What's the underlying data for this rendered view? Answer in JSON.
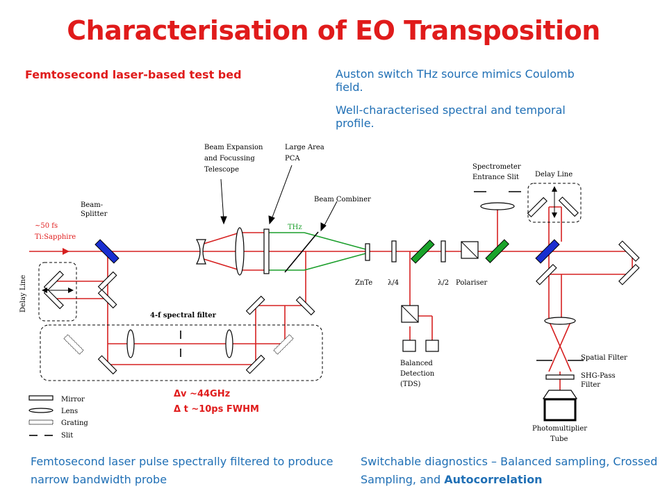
{
  "title": "Characterisation of EO Transposition",
  "subtitle_left": "Femtosecond laser-based test bed",
  "info": {
    "p1": "Auston switch THz source mimics Coulomb field.",
    "p2": "Well-characterised spectral and temporal profile."
  },
  "spec": {
    "line1": "Δv ~44GHz",
    "line2": "Δ t ~10ps FWHM"
  },
  "bottom_left": "Femtosecond laser pulse spectrally filtered to produce narrow bandwidth probe",
  "bottom_right": {
    "pre": "Switchable diagnostics – Balanced sampling, Crossed Sampling, and ",
    "bold": "Autocorrelation"
  },
  "diagram": {
    "laser_line1": "~50 fs",
    "laser_line2": "Ti:Sapphire",
    "beam_splitter_1": "Beam-",
    "beam_splitter_2": "Splitter",
    "delay_line_left": "Delay Line",
    "telescope_1": "Beam Expansion",
    "telescope_2": "and Focussing",
    "telescope_3": "Telescope",
    "pca_1": "Large Area",
    "pca_2": "PCA",
    "thz": "THz",
    "beam_combiner": "Beam Combiner",
    "spectrometer_1": "Spectrometer",
    "spectrometer_2": "Entrance Slit",
    "delay_line_right": "Delay Line",
    "znte": "ZnTe",
    "lambda4": "λ/4",
    "lambda2": "λ/2",
    "polariser": "Polariser",
    "spectral_filter": "4-f spectral filter",
    "balanced_1": "Balanced",
    "balanced_2": "Detection",
    "balanced_3": "(TDS)",
    "spatial_filter": "Spatial Filter",
    "shg_1": "SHG-Pass",
    "shg_2": "Filter",
    "pmt_1": "Photomultiplier",
    "pmt_2": "Tube",
    "legend": [
      "Mirror",
      "Lens",
      "Grating",
      "Slit"
    ]
  },
  "colors": {
    "title": "#e01b1b",
    "accent_blue": "#1f6fb5",
    "beam": "#d62020",
    "thz_beam": "#1a9e2a",
    "beam_splitter": "#1a2fd1",
    "waveplate": "#1aa32a"
  }
}
